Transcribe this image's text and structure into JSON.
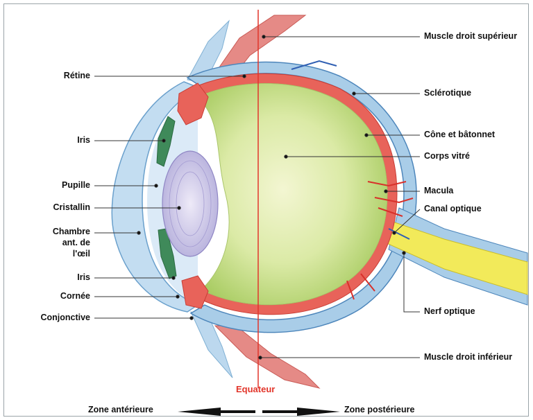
{
  "labels_left": {
    "retine": "Rétine",
    "iris_top": "Iris",
    "pupille": "Pupille",
    "cristallin": "Cristallin",
    "chambre_1": "Chambre",
    "chambre_2": "ant. de",
    "chambre_3": "l'œil",
    "iris_bottom": "Iris",
    "cornee": "Cornée",
    "conjonctive": "Conjonctive"
  },
  "labels_right": {
    "muscle_sup": "Muscle droit supérieur",
    "sclerotique": "Sclérotique",
    "cone": "Cône et bâtonnet",
    "corps_vitre": "Corps vitré",
    "macula": "Macula",
    "canal_optique": "Canal optique",
    "nerf_optique": "Nerf optique",
    "muscle_inf": "Muscle droit inférieur"
  },
  "equator": {
    "label": "Equateur",
    "color": "#e2352a"
  },
  "zones": {
    "anterior": "Zone antérieure",
    "posterior": "Zone postérieure"
  },
  "colors": {
    "sclera": "#a9cde8",
    "choroid": "#e8635a",
    "vitreous": "#c6df8a",
    "lens": "#c9c4e6",
    "nerve": "#f2ea5a",
    "iris": "#3f8a5a"
  }
}
